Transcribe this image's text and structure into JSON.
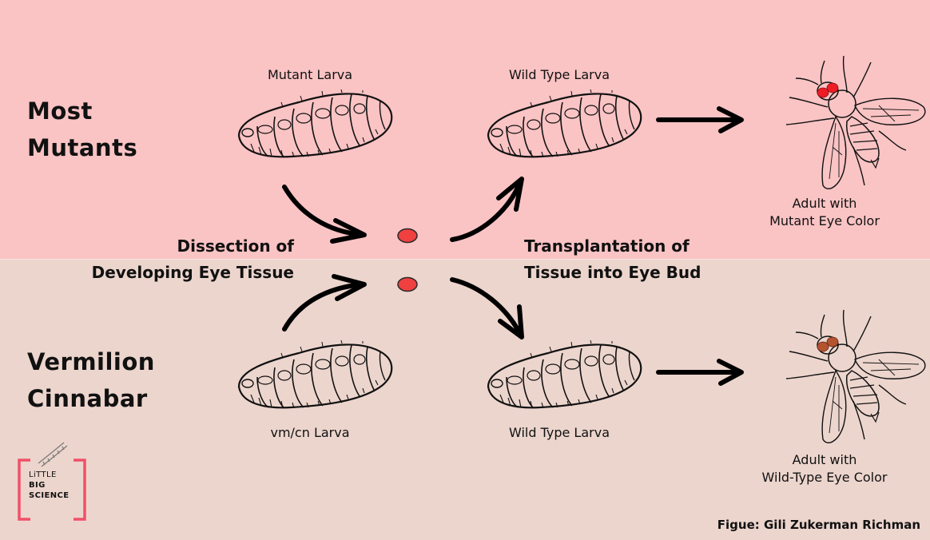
{
  "rows": {
    "top": {
      "title_line1": "Most",
      "title_line2": "Mutants",
      "donor_label": "Mutant Larva",
      "host_label": "Wild Type Larva",
      "adult_label_line1": "Adult with",
      "adult_label_line2": "Mutant Eye Color",
      "eye_color": "#ee1c24",
      "background": "#fac3c4"
    },
    "bottom": {
      "title_line1": "Vermilion",
      "title_line2": "Cinnabar",
      "donor_label": "vm/cn Larva",
      "host_label": "Wild Type Larva",
      "adult_label_line1": "Adult with",
      "adult_label_line2": "Wild-Type Eye Color",
      "eye_color": "#b5532f",
      "background": "#ecd5cd"
    }
  },
  "steps": {
    "dissection_line1": "Dissection of",
    "dissection_line2": "Developing Eye Tissue",
    "transplant_line1": "Transplantation of",
    "transplant_line2": "Tissue into Eye Bud"
  },
  "tissue_color": "#f04040",
  "logo": {
    "line1": "LiTTLE",
    "line2": "BIG",
    "line3": "SCIENCE",
    "bracket_color": "#f0506a"
  },
  "credit": "Figue: Gili Zukerman Richman"
}
